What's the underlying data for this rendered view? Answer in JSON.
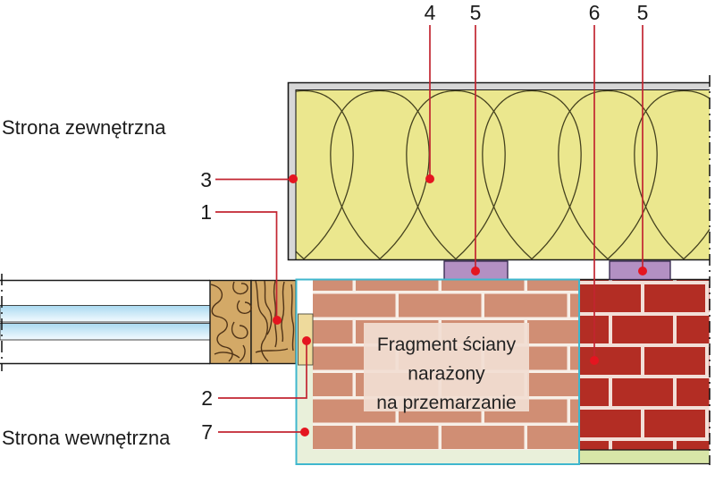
{
  "labels": {
    "exterior_side": "Strona zewnętrzna",
    "interior_side": "Strona wewnętrzna"
  },
  "callouts": {
    "n1": "1",
    "n2": "2",
    "n3": "3",
    "n4": "4",
    "n5_left": "5",
    "n5_right": "5",
    "n6": "6",
    "n7": "7"
  },
  "fragment_note": {
    "line1": "Fragment ściany",
    "line2": "narażony",
    "line3": "na przemarzanie"
  },
  "colors": {
    "insulation_yellow": "#ebe78e",
    "render_gray": "#d7d7d7",
    "new_wall_brick": "#d08e74",
    "existing_wall_brick": "#b32d24",
    "interior_plaster_green": "#e9f0da",
    "existing_plaster_green": "#d8e6a8",
    "support_pad_purple": "#b390c3",
    "timber_tan": "#d3a967",
    "glazing_blue": "#a9d9f0",
    "fragment_outline_cyan": "#3fb7ce",
    "leader_red": "#c22531",
    "dot_red": "#e41520"
  }
}
